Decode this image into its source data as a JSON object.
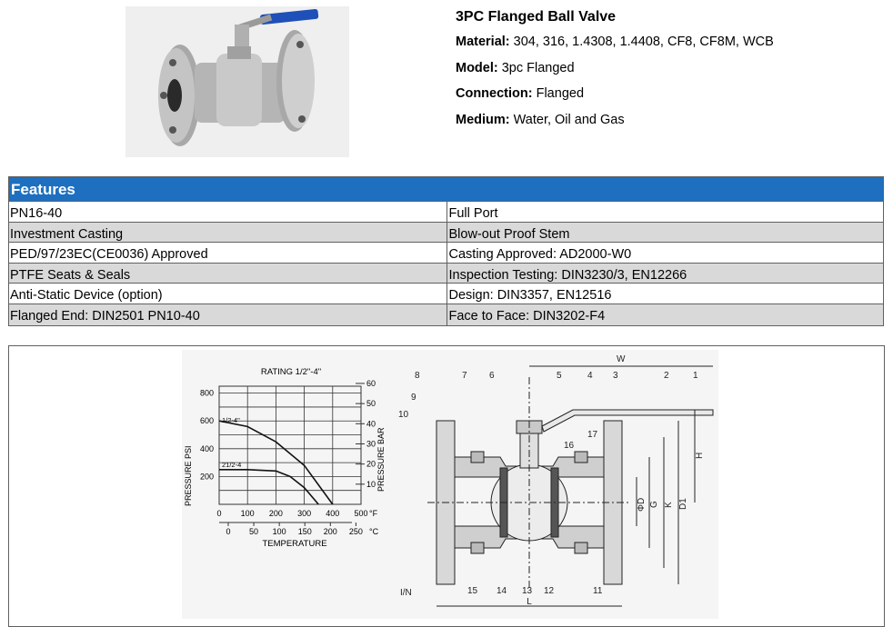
{
  "product": {
    "title": "3PC Flanged Ball Valve",
    "specs": [
      {
        "label": "Material:",
        "value": " 304, 316, 1.4308, 1.4408, CF8, CF8M, WCB"
      },
      {
        "label": "Model:",
        "value": " 3pc Flanged"
      },
      {
        "label": "Connection:",
        "value": " Flanged"
      },
      {
        "label": "Medium:",
        "value": " Water, Oil and Gas"
      }
    ]
  },
  "features": {
    "header": "Features",
    "rows": [
      [
        "PN16-40",
        "Full Port"
      ],
      [
        "Investment Casting",
        "Blow-out Proof Stem"
      ],
      [
        "PED/97/23EC(CE0036) Approved",
        "Casting Approved: AD2000-W0"
      ],
      [
        "PTFE Seats & Seals",
        "Inspection Testing: DIN3230/3, EN12266"
      ],
      [
        "Anti-Static Device (option)",
        "Design: DIN3357, EN12516"
      ],
      [
        "Flanged End: DIN2501 PN10-40",
        "Face to Face: DIN3202-F4"
      ]
    ]
  },
  "chart_data": {
    "type": "line",
    "title": "RATING 1/2\"-4\"",
    "xlabel": "TEMPERATURE",
    "ylabel": "PRESSURE PSI",
    "y2label": "PRESSURE BAR",
    "x_ticks_f": [
      "0",
      "100",
      "200",
      "300",
      "400",
      "500"
    ],
    "x_unit_f": "°F",
    "x_ticks_c": [
      "0",
      "50",
      "100",
      "150",
      "200",
      "250"
    ],
    "x_unit_c": "°C",
    "y_ticks_psi": [
      "200",
      "400",
      "600",
      "800"
    ],
    "y_ticks_bar": [
      "10",
      "20",
      "30",
      "40",
      "50",
      "60"
    ],
    "xlim": [
      0,
      500
    ],
    "ylim": [
      0,
      850
    ],
    "series": [
      {
        "name": "1/2-4\"",
        "x": [
          0,
          100,
          200,
          300,
          400
        ],
        "y": [
          600,
          560,
          450,
          280,
          0
        ]
      },
      {
        "name": "21/2-4",
        "x": [
          0,
          100,
          200,
          250,
          300,
          350
        ],
        "y": [
          250,
          250,
          240,
          200,
          120,
          0
        ]
      }
    ]
  },
  "drawing": {
    "part_numbers": [
      "1",
      "2",
      "3",
      "4",
      "5",
      "6",
      "7",
      "8",
      "9",
      "10",
      "11",
      "12",
      "13",
      "14",
      "15",
      "16",
      "17"
    ],
    "dimensions": {
      "W": "W",
      "H": "H",
      "L": "L",
      "phiD": "ΦD",
      "G": "G",
      "K": "K",
      "D1": "D1",
      "IN": "I/N"
    }
  }
}
